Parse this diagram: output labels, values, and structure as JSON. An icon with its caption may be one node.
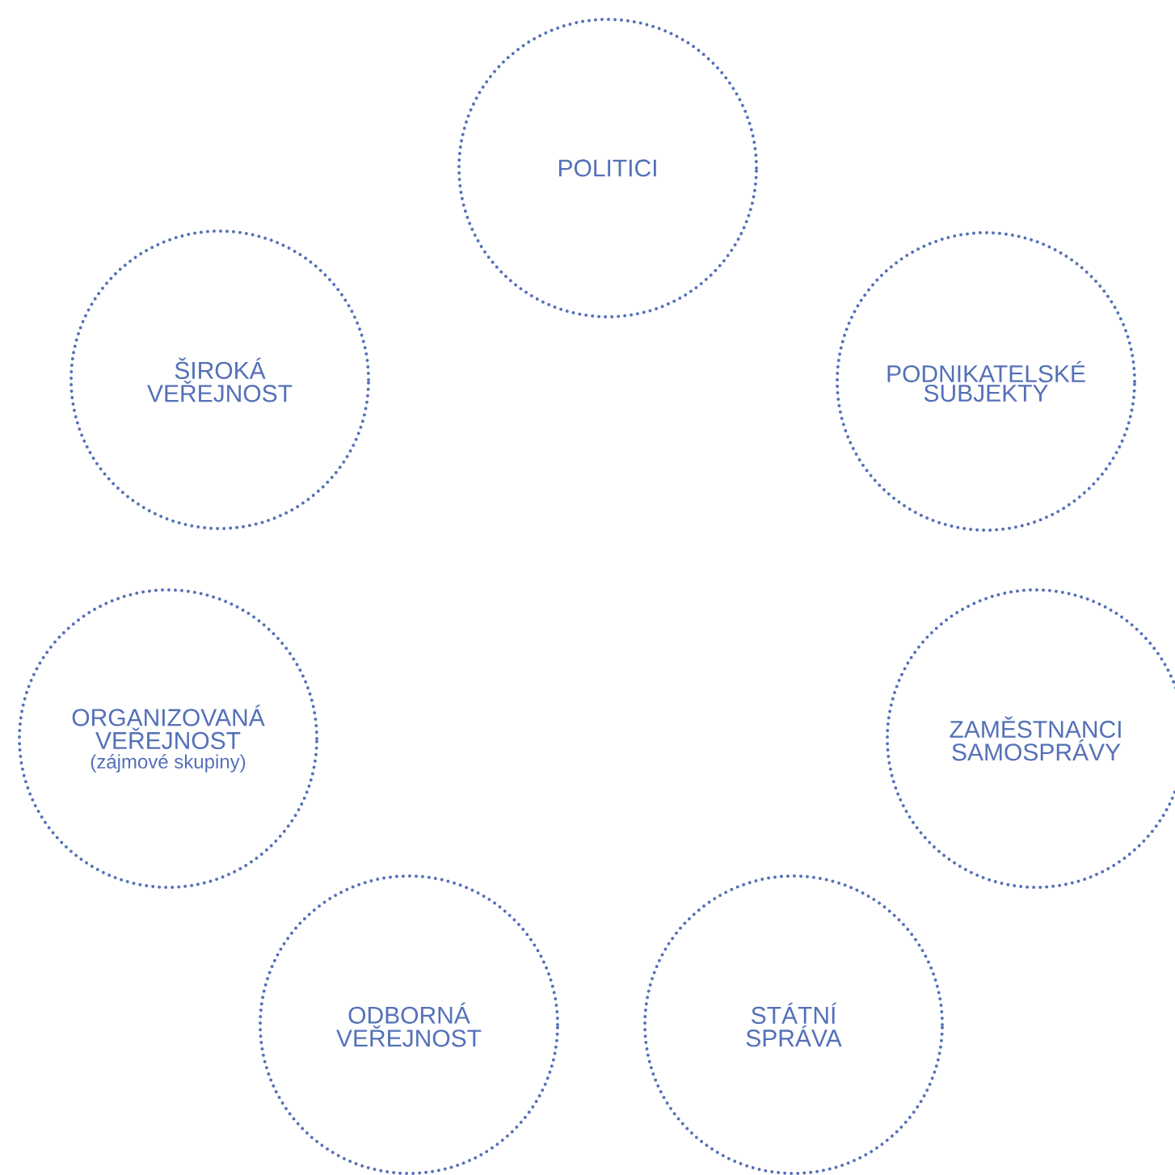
{
  "diagram": {
    "nodes": [
      {
        "text": [
          "POLITICI"
        ]
      },
      {
        "text": [
          "ŠIROKÁ VEŘEJNOST"
        ]
      },
      {
        "text": [
          "PODNIKATELSKÉ SUBJEKTY"
        ]
      },
      {
        "text": [
          "ORGANIZOVANÁ VEŘEJNOST",
          "(zájmové skupiny)"
        ]
      },
      {
        "text": [
          "ZAMĚSTNANCI SAMOSPRÁVY"
        ]
      },
      {
        "text": [
          "ODBORNÁ VEŘEJNOST"
        ]
      },
      {
        "text": [
          "STÁTNÍ SPRÁVA"
        ]
      }
    ]
  }
}
